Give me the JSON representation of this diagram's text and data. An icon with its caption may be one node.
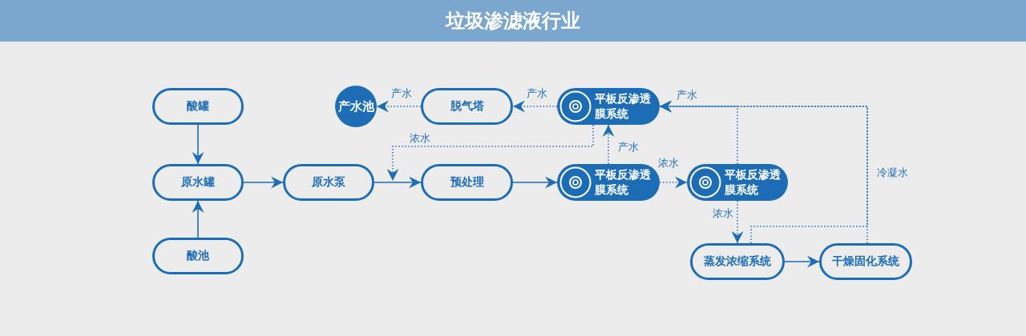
{
  "diagram": {
    "title": "垃圾渗滤液行业",
    "nodes": [
      {
        "text": [
          "酸罐"
        ]
      },
      {
        "text": [
          "原水罐"
        ]
      },
      {
        "text": [
          "酸池"
        ]
      },
      {
        "text": [
          "原水泵"
        ]
      },
      {
        "text": [
          "预处理"
        ]
      },
      {
        "text": [
          "产水池"
        ]
      },
      {
        "text": [
          "脱气塔"
        ]
      },
      {
        "text": [
          "平板反渗透膜系统"
        ]
      },
      {
        "text": [
          "平板反渗透膜系统"
        ]
      },
      {
        "text": [
          "平板反渗透膜系统"
        ]
      },
      {
        "text": [
          "蒸发浓缩系统"
        ]
      },
      {
        "text": [
          "干燥固化系统"
        ]
      }
    ],
    "edges": [
      {
        "from": 0,
        "to": 1,
        "arrow": "to"
      },
      {
        "from": 2,
        "to": 1,
        "arrow": "to"
      },
      {
        "from": 1,
        "to": 3,
        "arrow": "to"
      },
      {
        "from": 3,
        "to": 4,
        "arrow": "to"
      },
      {
        "from": 4,
        "to": 8,
        "arrow": "to"
      },
      {
        "from": 8,
        "to": 7,
        "arrow": "to",
        "label": "产水",
        "style": "dashed"
      },
      {
        "from": 7,
        "to": 6,
        "arrow": "to",
        "label": "产水",
        "style": "dashed"
      },
      {
        "from": 6,
        "to": 5,
        "arrow": "to",
        "label": "产水",
        "style": "dashed"
      },
      {
        "from": 7,
        "to": 3,
        "arrow": "to",
        "label": "浓水",
        "style": "dashed"
      },
      {
        "from": 8,
        "to": 9,
        "arrow": "to",
        "label": "浓水",
        "style": "dashed"
      },
      {
        "from": 9,
        "to": 10,
        "arrow": "to",
        "label": "浓水",
        "style": "dashed"
      },
      {
        "from": 9,
        "to": 7,
        "arrow": "to",
        "label": "产水",
        "style": "dashed"
      },
      {
        "from": 10,
        "to": 7,
        "arrow": "to",
        "style": "dashed"
      },
      {
        "from": 11,
        "to": 7,
        "arrow": "to",
        "label": "冷凝水",
        "style": "dashed"
      },
      {
        "from": 10,
        "to": 11,
        "arrow": "to"
      }
    ]
  }
}
